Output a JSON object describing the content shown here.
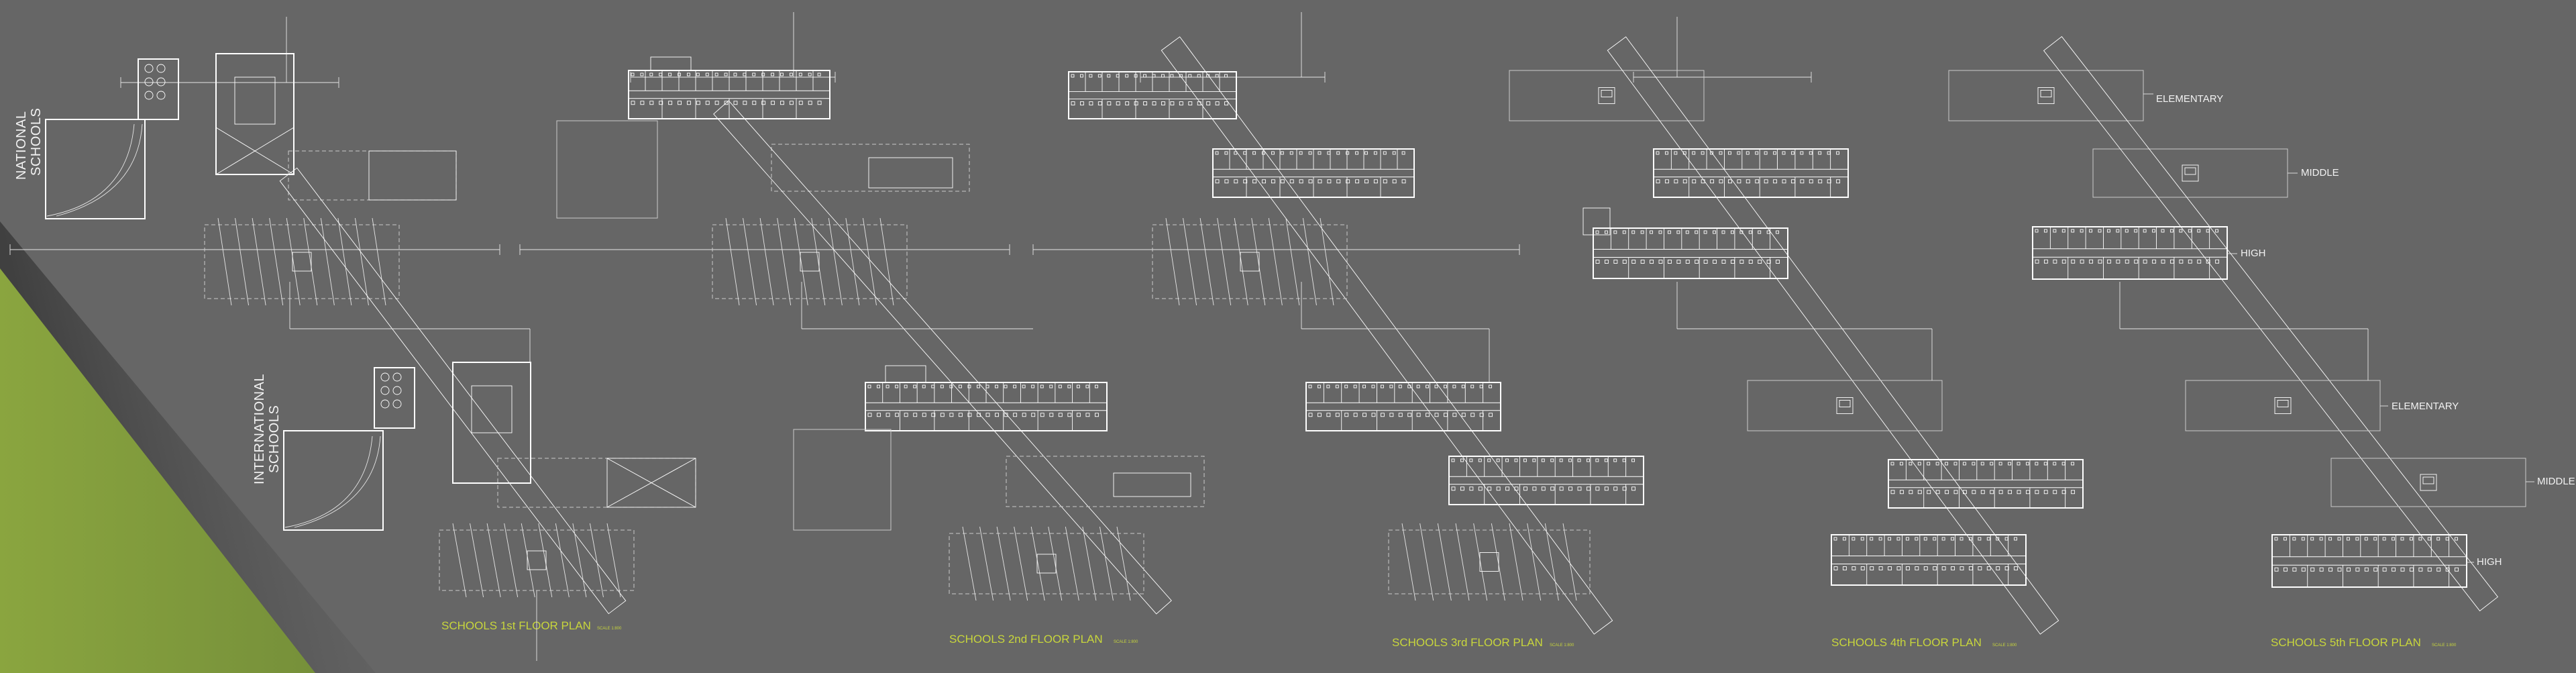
{
  "side_labels": {
    "national_line1": "NATIONAL",
    "national_line2": "SCHOOLS",
    "international_line1": "INTERNATIONAL",
    "international_line2": "SCHOOLS"
  },
  "level_labels": {
    "elementary_top": "ELEMENTARY",
    "middle_top": "MIDDLE",
    "high_top": "HIGH",
    "elementary_bottom": "ELEMENTARY",
    "middle_bottom": "MIDDLE",
    "high_bottom": "HIGH"
  },
  "floor_plans": [
    {
      "title": "SCHOOLS 1st FLOOR PLAN",
      "scale": "SCALE 1:800"
    },
    {
      "title": "SCHOOLS 2nd FLOOR PLAN",
      "scale": "SCALE 1:800"
    },
    {
      "title": "SCHOOLS 3rd FLOOR PLAN",
      "scale": "SCALE 1:800"
    },
    {
      "title": "SCHOOLS 4th FLOOR PLAN",
      "scale": "SCALE 1:800"
    },
    {
      "title": "SCHOOLS 5th FLOOR PLAN",
      "scale": "SCALE 1:800"
    }
  ],
  "colors": {
    "background": "#666666",
    "accent_green": "#7f9a3a",
    "title_yellow": "#c8d63c",
    "linework": "#ffffff"
  }
}
